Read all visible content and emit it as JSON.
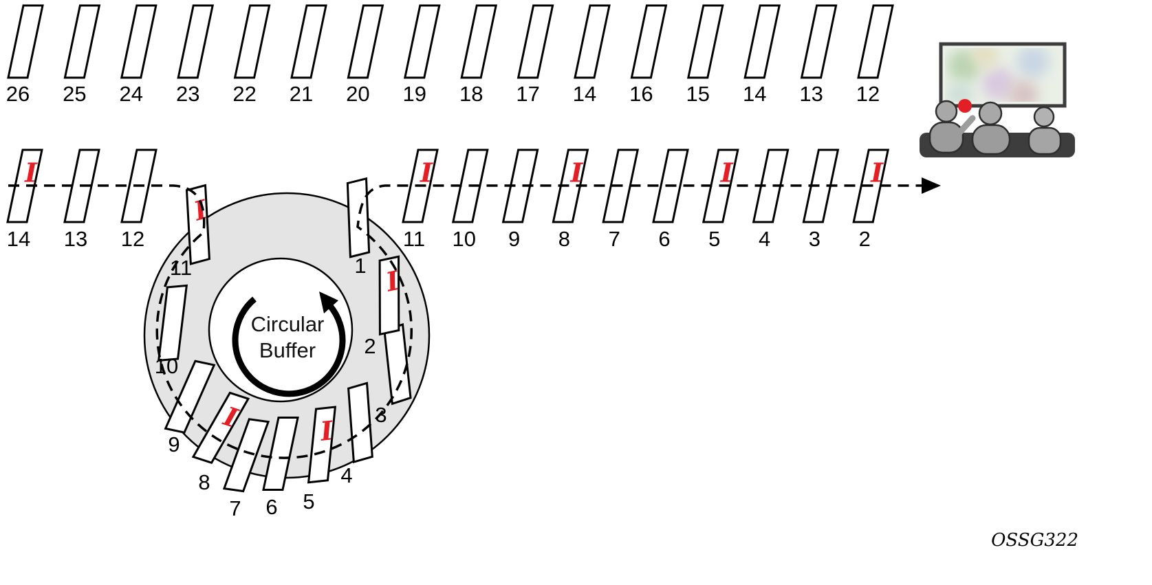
{
  "caption": "OSSG322",
  "iframe_glyph": "I",
  "buffer": {
    "line1": "Circular",
    "line2": "Buffer"
  },
  "colors": {
    "iframe_red": "#e31e25",
    "ring_fill": "#e4e4e4",
    "frame_fill": "#ffffff",
    "outline": "#000000"
  },
  "top_row": {
    "frames": [
      {
        "label": "26"
      },
      {
        "label": "25"
      },
      {
        "label": "24"
      },
      {
        "label": "23"
      },
      {
        "label": "22"
      },
      {
        "label": "21"
      },
      {
        "label": "20"
      },
      {
        "label": "19"
      },
      {
        "label": "18"
      },
      {
        "label": "17"
      },
      {
        "label": "14"
      },
      {
        "label": "16"
      },
      {
        "label": "15"
      },
      {
        "label": "14"
      },
      {
        "label": "13"
      },
      {
        "label": "12"
      }
    ]
  },
  "incoming_row": {
    "frames": [
      {
        "label": "14",
        "iframe": true
      },
      {
        "label": "13"
      },
      {
        "label": "12"
      }
    ]
  },
  "buffer_ring": {
    "frames": [
      {
        "label": "11",
        "iframe": true
      },
      {
        "label": "10"
      },
      {
        "label": "9"
      },
      {
        "label": "8",
        "iframe": true
      },
      {
        "label": "7"
      },
      {
        "label": "6"
      },
      {
        "label": "5",
        "iframe": true
      },
      {
        "label": "4"
      },
      {
        "label": "3"
      },
      {
        "label": "2",
        "iframe": true
      },
      {
        "label": "1"
      }
    ]
  },
  "outgoing_row": {
    "frames": [
      {
        "label": "11",
        "iframe": true
      },
      {
        "label": "10"
      },
      {
        "label": "9"
      },
      {
        "label": "8",
        "iframe": true
      },
      {
        "label": "7"
      },
      {
        "label": "6"
      },
      {
        "label": "5",
        "iframe": true
      },
      {
        "label": "4"
      },
      {
        "label": "3"
      },
      {
        "label": "2",
        "iframe": true
      }
    ]
  }
}
